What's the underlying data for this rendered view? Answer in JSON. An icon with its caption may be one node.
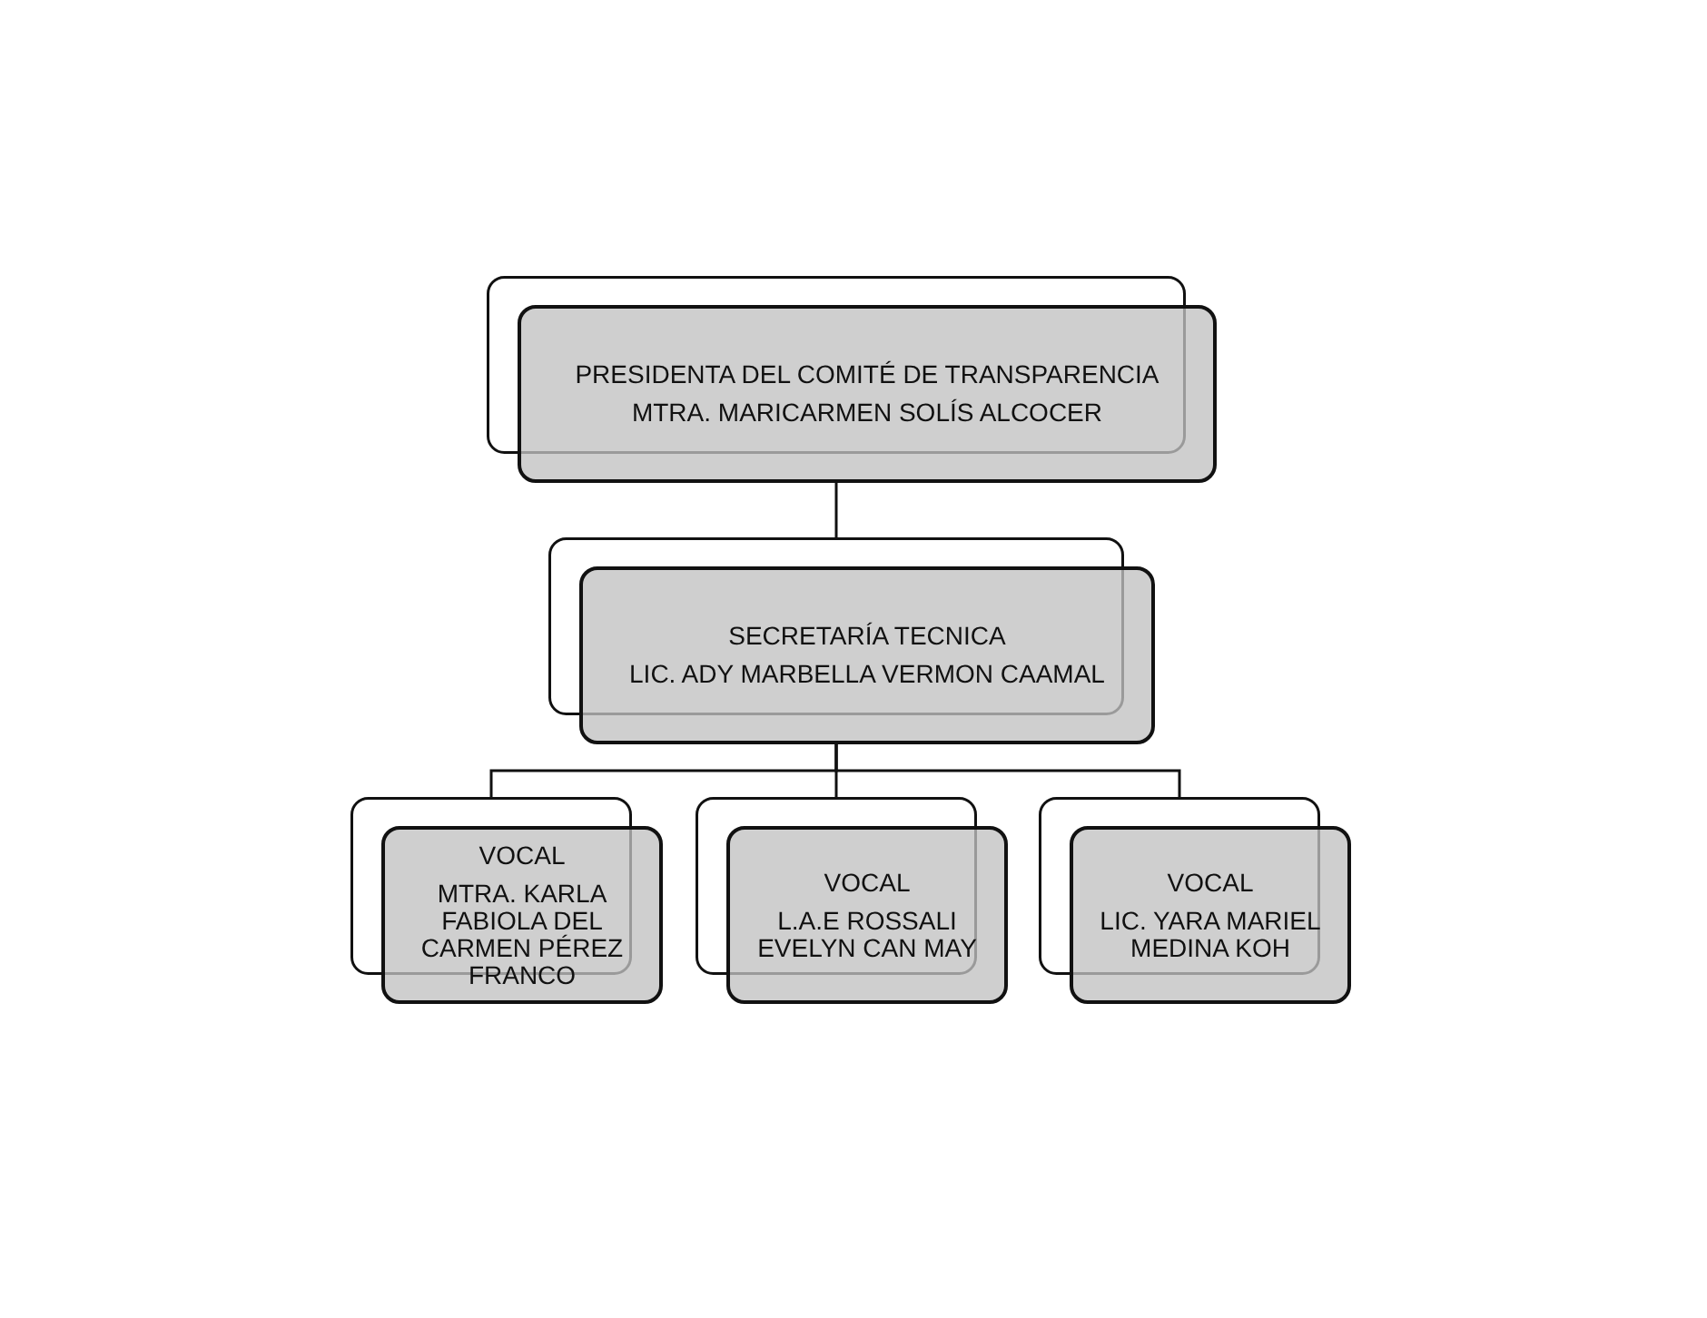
{
  "diagram": {
    "nodes": [
      {
        "text": [
          "PRESIDENTA DEL COMITÉ DE TRANSPARENCIA",
          "MTRA. MARICARMEN SOLÍS ALCOCER"
        ]
      },
      {
        "text": [
          "SECRETARÍA TECNICA",
          "LIC. ADY MARBELLA VERMON CAAMAL"
        ]
      },
      {
        "text": [
          "VOCAL",
          "MTRA. KARLA FABIOLA DEL CARMEN PÉREZ FRANCO"
        ]
      },
      {
        "text": [
          "VOCAL",
          "L.A.E ROSSALI EVELYN CAN MAY"
        ]
      },
      {
        "text": [
          "VOCAL",
          "LIC. YARA MARIEL MEDINA KOH"
        ]
      }
    ],
    "edges": [
      {
        "from": 0,
        "to": 1,
        "arrow": "none"
      },
      {
        "from": 1,
        "to": 2,
        "arrow": "none"
      },
      {
        "from": 1,
        "to": 3,
        "arrow": "none"
      },
      {
        "from": 1,
        "to": 4,
        "arrow": "none"
      }
    ]
  }
}
